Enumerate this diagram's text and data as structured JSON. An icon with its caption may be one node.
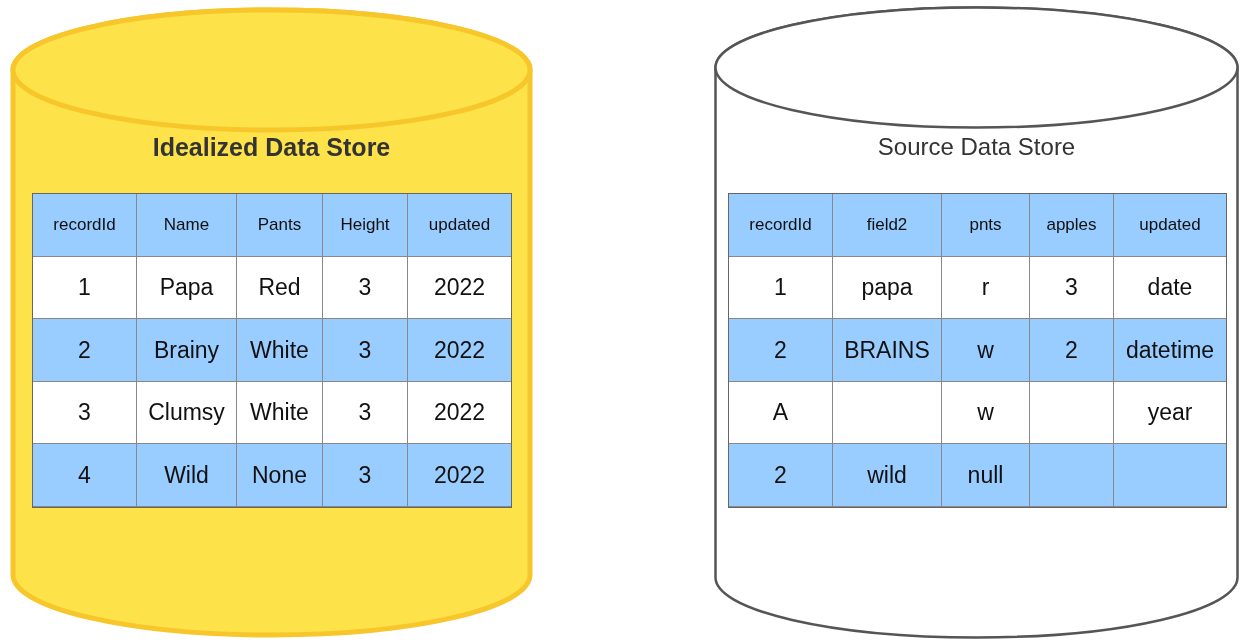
{
  "diagram": {
    "nodes": [
      {
        "text": [
          "Idealized Data Store"
        ]
      },
      {
        "text": [
          "Source Data Store"
        ]
      }
    ],
    "labels": [
      "recordId",
      "Name",
      "Pants",
      "Height",
      "updated",
      "1",
      "Papa",
      "Red",
      "3",
      "2022",
      "2",
      "Brainy",
      "White",
      "3",
      "2022",
      "3",
      "Clumsy",
      "White",
      "3",
      "2022",
      "4",
      "Wild",
      "None",
      "3",
      "2022",
      "recordId",
      "field2",
      "pnts",
      "apples",
      "updated",
      "1",
      "papa",
      "r",
      "3",
      "date",
      "2",
      "BRAINS",
      "w",
      "2",
      "datetime",
      "A",
      "w",
      "year",
      "2",
      "wild",
      "null"
    ]
  }
}
